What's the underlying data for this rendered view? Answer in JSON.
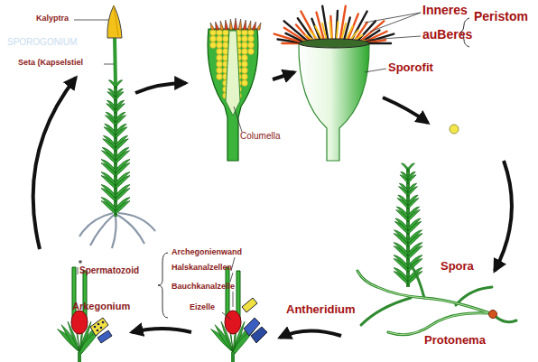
{
  "diagram": {
    "labels": [
      "Kalyptra",
      "SPOROGONIUM",
      "Seta (Kapselstiel",
      "Columella",
      "Inneres",
      "auBeres",
      "Peristom",
      "Sporofit",
      "Spora",
      "Protonema",
      "Antheridium",
      "Spermatozoid",
      "Arkegonium",
      "Archegonienwand",
      "Halskanalzellen",
      "Bauchkanalzelle",
      "Eizelle"
    ]
  }
}
